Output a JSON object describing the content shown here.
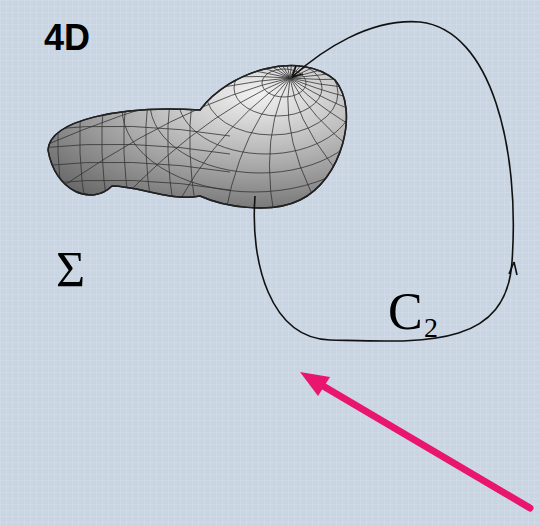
{
  "diagram": {
    "labels": [
      "4D",
      "Σ",
      "C",
      "2"
    ]
  }
}
